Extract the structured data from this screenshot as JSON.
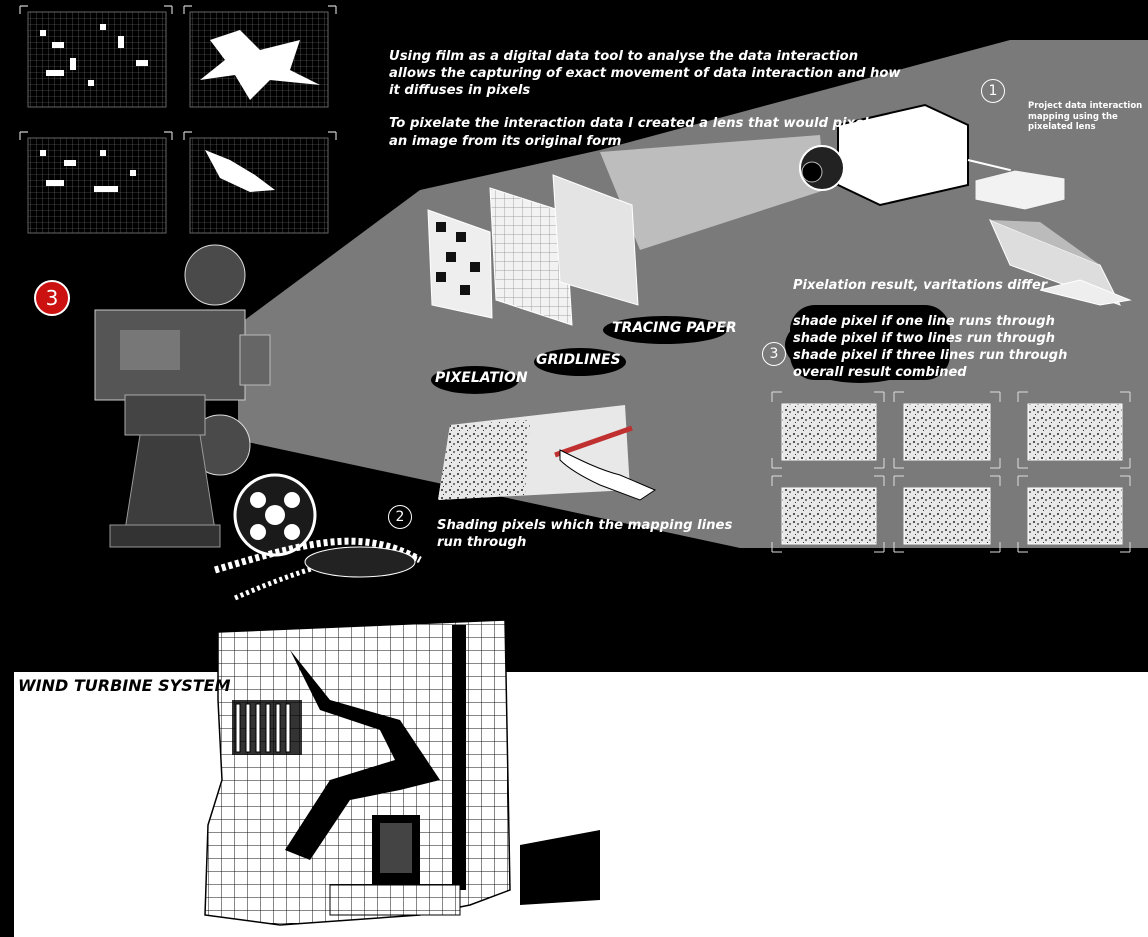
{
  "intro": {
    "line1": "Using film as a digital data tool to analyse the data interaction allows the capturing of exact movement of data interaction and how it diffuses in pixels",
    "line2": "To pixelate the interaction data I created a lens that would pixelate an image from its original form"
  },
  "projector_note": "Project data interaction mapping using the pixelated lens",
  "markers": {
    "one": "1",
    "two": "2",
    "three": "3",
    "red_three": "3"
  },
  "layers": {
    "tracing_paper": "TRACING PAPER",
    "gridlines": "GRIDLINES",
    "pixelation": "PIXELATION"
  },
  "shading_caption": "Shading pixels which the mapping lines run through",
  "results": {
    "heading": "Pixelation result, varitations differ",
    "items": [
      "shade pixel if one line runs through",
      "shade pixel if two lines run through",
      "shade pixel if three lines run through",
      "overall result combined"
    ]
  },
  "wind_title": "WIND TURBINE SYSTEM",
  "colors": {
    "background": "#000000",
    "beam": "#ffffff",
    "marker_red": "#cc1111",
    "lower_panel": "#ffffff"
  }
}
